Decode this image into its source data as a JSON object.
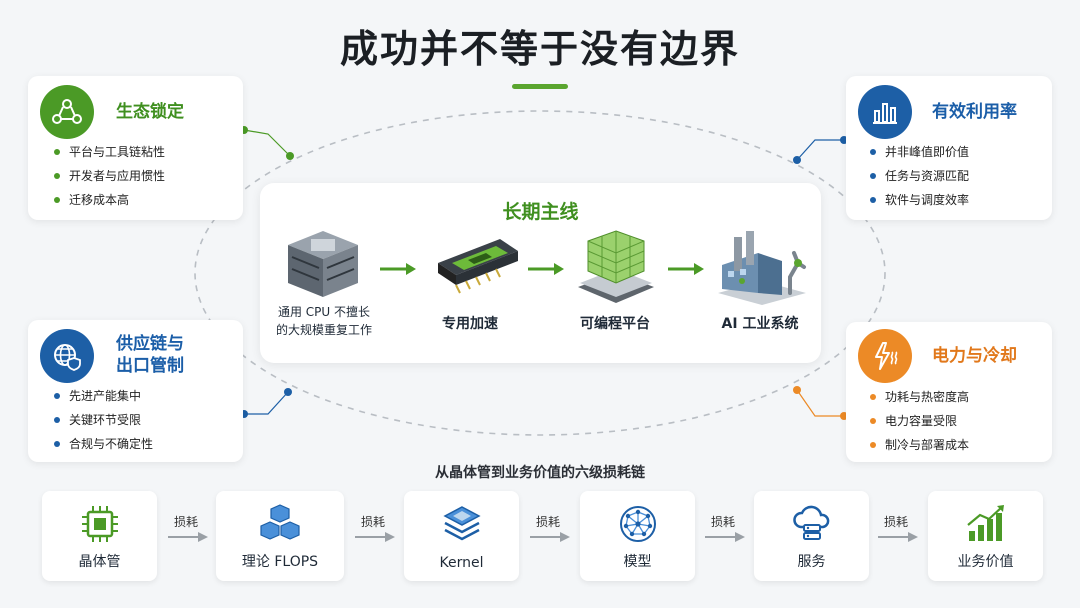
{
  "title": "成功并不等于没有边界",
  "colors": {
    "green": "#4b9a26",
    "blue": "#1d5fa6",
    "orange": "#ec8a26"
  },
  "cards": {
    "top_left": {
      "icon": "ecosystem-people-icon",
      "title": "生态锁定",
      "items": [
        "平台与工具链粘性",
        "开发者与应用惯性",
        "迁移成本高"
      ]
    },
    "top_right": {
      "icon": "bar-chart-icon",
      "title": "有效利用率",
      "items": [
        "并非峰值即价值",
        "任务与资源匹配",
        "软件与调度效率"
      ]
    },
    "bottom_left": {
      "icon": "globe-shield-icon",
      "title_line1": "供应链与",
      "title_line2": "出口管制",
      "items": [
        "先进产能集中",
        "关键环节受限",
        "合规与不确定性"
      ]
    },
    "bottom_right": {
      "icon": "power-heat-icon",
      "title": "电力与冷却",
      "items": [
        "功耗与热密度高",
        "电力容量受限",
        "制冷与部署成本"
      ]
    }
  },
  "center": {
    "title": "长期主线",
    "stages": [
      {
        "icon": "server-cpu-icon",
        "label_line1": "通用 CPU 不擅长",
        "label_line2": "的大规模重复工作"
      },
      {
        "icon": "gpu-card-icon",
        "label": "专用加速"
      },
      {
        "icon": "programmable-chip-icon",
        "label": "可编程平台"
      },
      {
        "icon": "factory-robot-icon",
        "label": "AI 工业系统"
      }
    ]
  },
  "chain": {
    "title": "从晶体管到业务价值的六级损耗链",
    "loss_label": "损耗",
    "steps": [
      {
        "icon": "transistor-chip-icon",
        "label": "晶体管"
      },
      {
        "icon": "cubes-icon",
        "label": "理论 FLOPS"
      },
      {
        "icon": "layers-icon",
        "label": "Kernel"
      },
      {
        "icon": "neural-network-icon",
        "label": "模型"
      },
      {
        "icon": "cloud-server-icon",
        "label": "服务"
      },
      {
        "icon": "growth-chart-icon",
        "label": "业务价值"
      }
    ]
  }
}
